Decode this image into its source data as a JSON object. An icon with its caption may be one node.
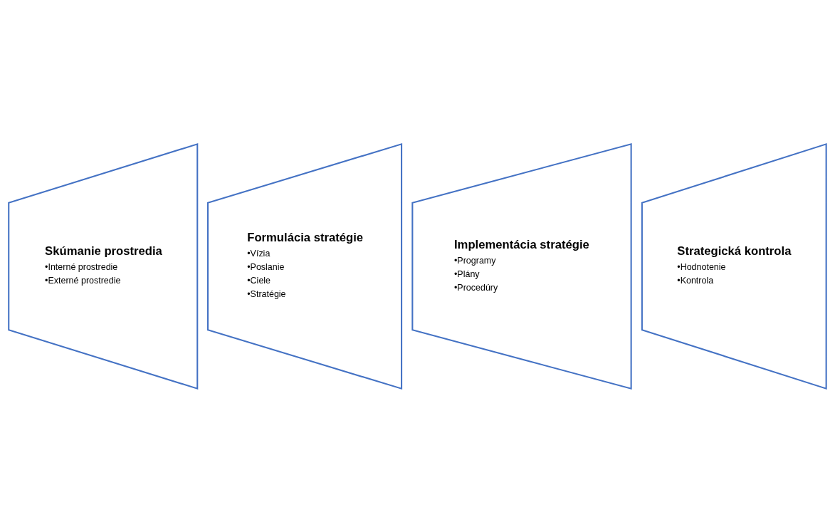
{
  "diagram": {
    "nodes": [
      {
        "text": [
          "Skúmanie prostredia",
          "•Interné prostredie",
          "•Externé prostredie"
        ]
      },
      {
        "text": [
          "Formulácia stratégie",
          "•Vízia",
          "•Poslanie",
          "•Ciele",
          "•Stratégie"
        ]
      },
      {
        "text": [
          "Implementácia stratégie",
          "•Programy",
          "•Plány",
          "•Procedúry"
        ]
      },
      {
        "text": [
          "Strategická kontrola",
          "•Hodnotenie",
          "•Kontrola"
        ]
      }
    ],
    "edges": []
  }
}
